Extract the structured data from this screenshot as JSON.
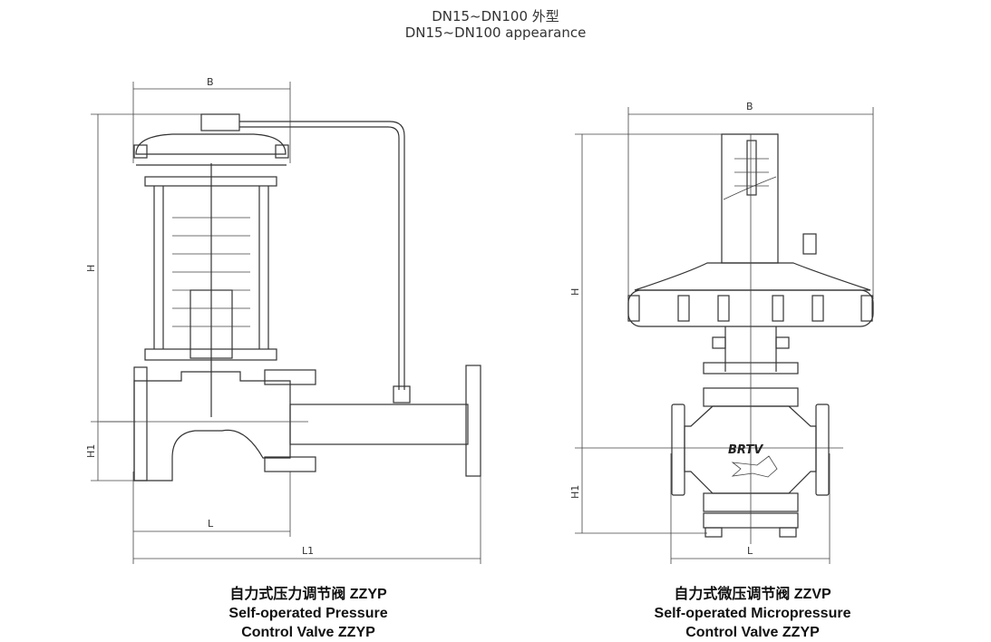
{
  "header": {
    "title_cn": "DN15~DN100 外型",
    "title_en": "DN15~DN100 appearance"
  },
  "left_valve": {
    "dimensions": {
      "B": "B",
      "H": "H",
      "H1": "H1",
      "L": "L",
      "L1": "L1"
    },
    "caption": [
      "自力式压力调节阀 ZZYP",
      "Self-operated Pressure",
      "Control Valve ZZYP"
    ]
  },
  "right_valve": {
    "dimensions": {
      "B": "B",
      "H": "H",
      "H1": "H1",
      "L": "L"
    },
    "logo": "BRTV",
    "caption": [
      "自力式微压调节阀 ZZVP",
      "Self-operated Micropressure",
      "Control Valve ZZYP"
    ]
  }
}
